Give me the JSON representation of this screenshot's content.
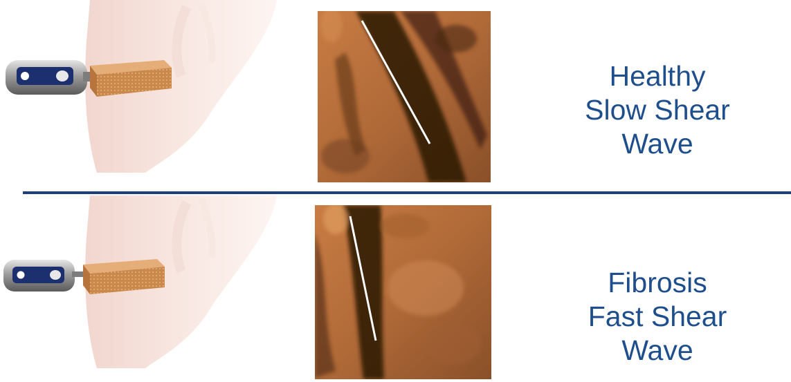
{
  "rows": [
    {
      "id": "healthy",
      "label_lines": [
        "Healthy",
        "Slow Shear",
        "Wave"
      ]
    },
    {
      "id": "fibrosis",
      "label_lines": [
        "Fibrosis",
        "Fast Shear",
        "Wave"
      ]
    }
  ],
  "colors": {
    "label_text": "#1e4e8c",
    "divider": "#1f3f7a",
    "tissue_orange": "#d08a52",
    "tissue_dark": "#3a2010",
    "liver_pink": "#f3dcd6",
    "probe_blue": "#1c2f6e"
  },
  "icons": [
    "liver-illustration",
    "ultrasound-probe-icon",
    "elastography-image"
  ]
}
